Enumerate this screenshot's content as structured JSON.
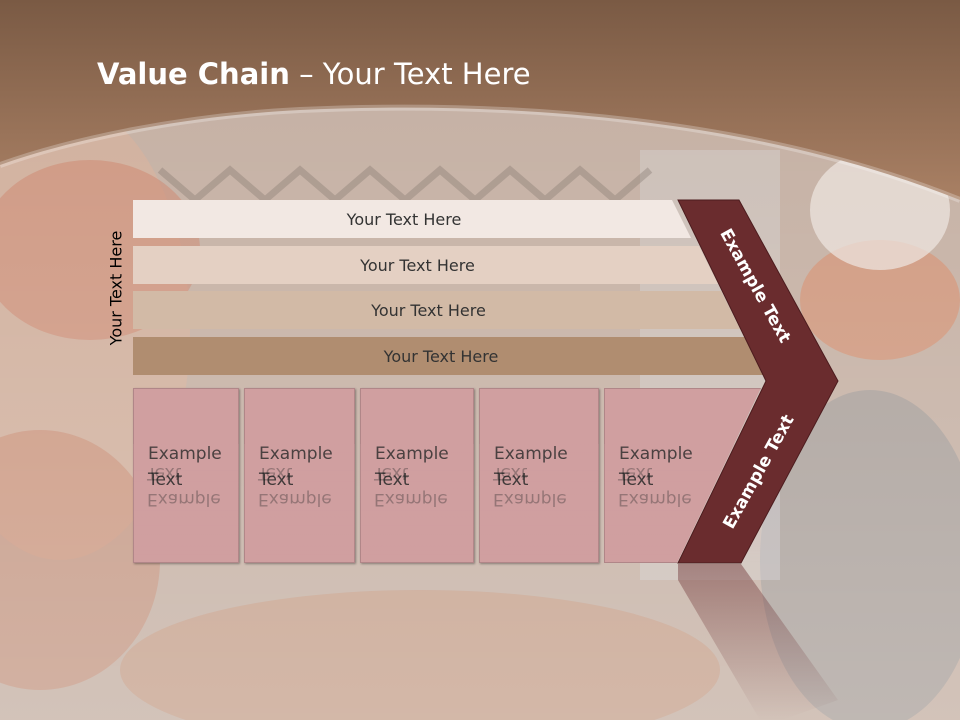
{
  "slide": {
    "title_bold": "Value Chain",
    "title_rest": " – Your Text Here",
    "side_label": "Your Text Here"
  },
  "bars": [
    {
      "label": "Your Text Here",
      "color": "#f2e8e3"
    },
    {
      "label": "Your Text Here",
      "color": "#e4d0c3"
    },
    {
      "label": "Your Text Here",
      "color": "#d2baa6"
    },
    {
      "label": "Your Text Here",
      "color": "#b08d70"
    }
  ],
  "boxes": [
    {
      "line1": "Example",
      "line2": "Text"
    },
    {
      "line1": "Example",
      "line2": "Text"
    },
    {
      "line1": "Example",
      "line2": "Text"
    },
    {
      "line1": "Example",
      "line2": "Text"
    },
    {
      "line1": "Example",
      "line2": "Text"
    }
  ],
  "chevron": {
    "upper_label": "Example Text",
    "lower_label": "Example Text",
    "color": "#6a2c2e"
  },
  "colors": {
    "header": "#85614a",
    "box_fill": "#d09fa0"
  }
}
